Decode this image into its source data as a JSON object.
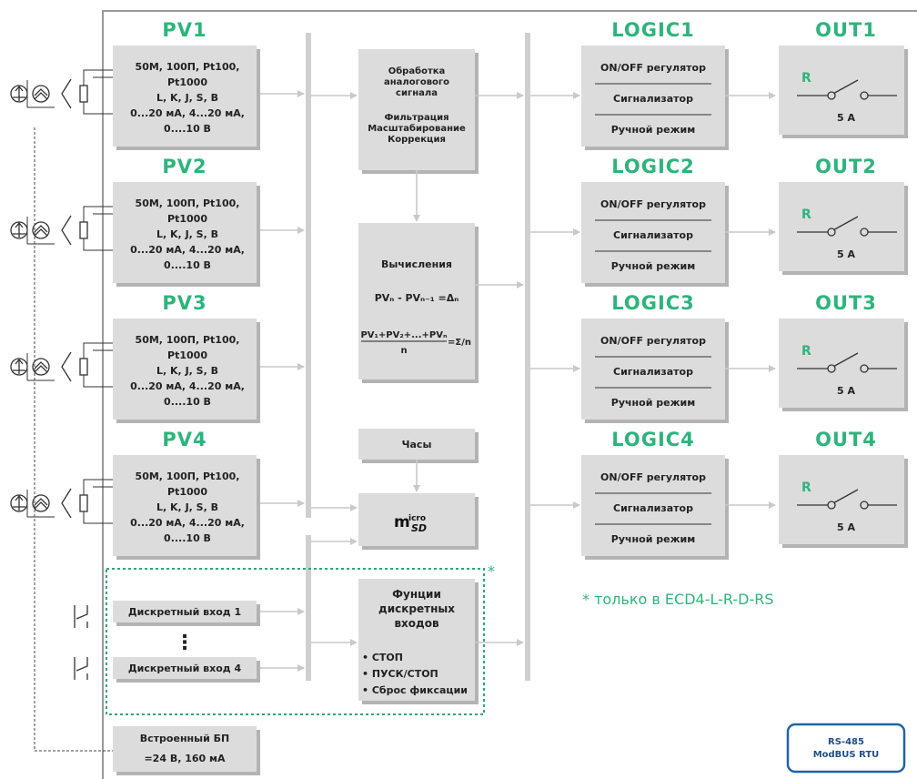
{
  "pv_blocks": [
    {
      "title": "PV1",
      "lines": [
        "50М, 100П, Pt100,",
        "Pt1000",
        "L, K, J,  S,  B",
        "0...20 мА, 4...20 мА,",
        "0....10 В"
      ]
    },
    {
      "title": "PV2",
      "lines": [
        "50М, 100П, Pt100,",
        "Pt1000",
        "L, K, J,  S,  B",
        "0...20 мА, 4...20 мА,",
        "0....10 В"
      ]
    },
    {
      "title": "PV3",
      "lines": [
        "50М, 100П, Pt100,",
        "Pt1000",
        "L, K, J,  S,  B",
        "0...20 мА, 4...20 мА,",
        "0....10 В"
      ]
    },
    {
      "title": "PV4",
      "lines": [
        "50М, 100П, Pt100,",
        "Pt1000",
        "L, K, J,  S,  B",
        "0...20 мА, 4...20 мА,",
        "0....10 В"
      ]
    }
  ],
  "processing": {
    "lines1": [
      "Обработка",
      "аналогового",
      "сигнала"
    ],
    "lines2": [
      "Фильтрация",
      "Масштабирование",
      "Коррекция"
    ]
  },
  "calculations": {
    "title": "Вычисления",
    "formula1": "PVₙ - PVₙ₋₁ =Δₙ",
    "formula2_num": "PV₁+PV₂+...+PVₙ",
    "formula2_den": "n",
    "formula2_res": "=Σ/n"
  },
  "clock": "Часы",
  "microsd": "micro SD",
  "discrete_functions": {
    "title": [
      "Фунции",
      "дискретных",
      "входов"
    ],
    "items": [
      "• СТОП",
      "• ПУСК/СТОП",
      "• Сброс фиксации"
    ]
  },
  "discrete_inputs": [
    "Дискретный вход 1",
    "Дискретный вход 4"
  ],
  "dots": "⋮",
  "power_supply": [
    "Встроенный БП",
    "=24 В, 160 мА"
  ],
  "logic_blocks": [
    {
      "title": "LOGIC1",
      "items": [
        "ON/OFF регулятор",
        "Сигнализатор",
        "Ручной режим"
      ]
    },
    {
      "title": "LOGIC2",
      "items": [
        "ON/OFF регулятор",
        "Сигнализатор",
        "Ручной режим"
      ]
    },
    {
      "title": "LOGIC3",
      "items": [
        "ON/OFF регулятор",
        "Сигнализатор",
        "Ручной режим"
      ]
    },
    {
      "title": "LOGIC4",
      "items": [
        "ON/OFF регулятор",
        "Сигнализатор",
        "Ручной режим"
      ]
    }
  ],
  "out_blocks": [
    {
      "title": "OUT1",
      "relay": "R",
      "rating": "5 A"
    },
    {
      "title": "OUT2",
      "relay": "R",
      "rating": "5 A"
    },
    {
      "title": "OUT3",
      "relay": "R",
      "rating": "5 A"
    },
    {
      "title": "OUT4",
      "relay": "R",
      "rating": "5 A"
    }
  ],
  "asterisk": "*",
  "footnote": "* только в ECD4-L-R-D-RS",
  "rs485": [
    "RS-485",
    "ModBUS RTU"
  ],
  "colors": {
    "accent": "#2db47c",
    "box": "#dcdcdc",
    "rs_border": "#1f64a8"
  }
}
